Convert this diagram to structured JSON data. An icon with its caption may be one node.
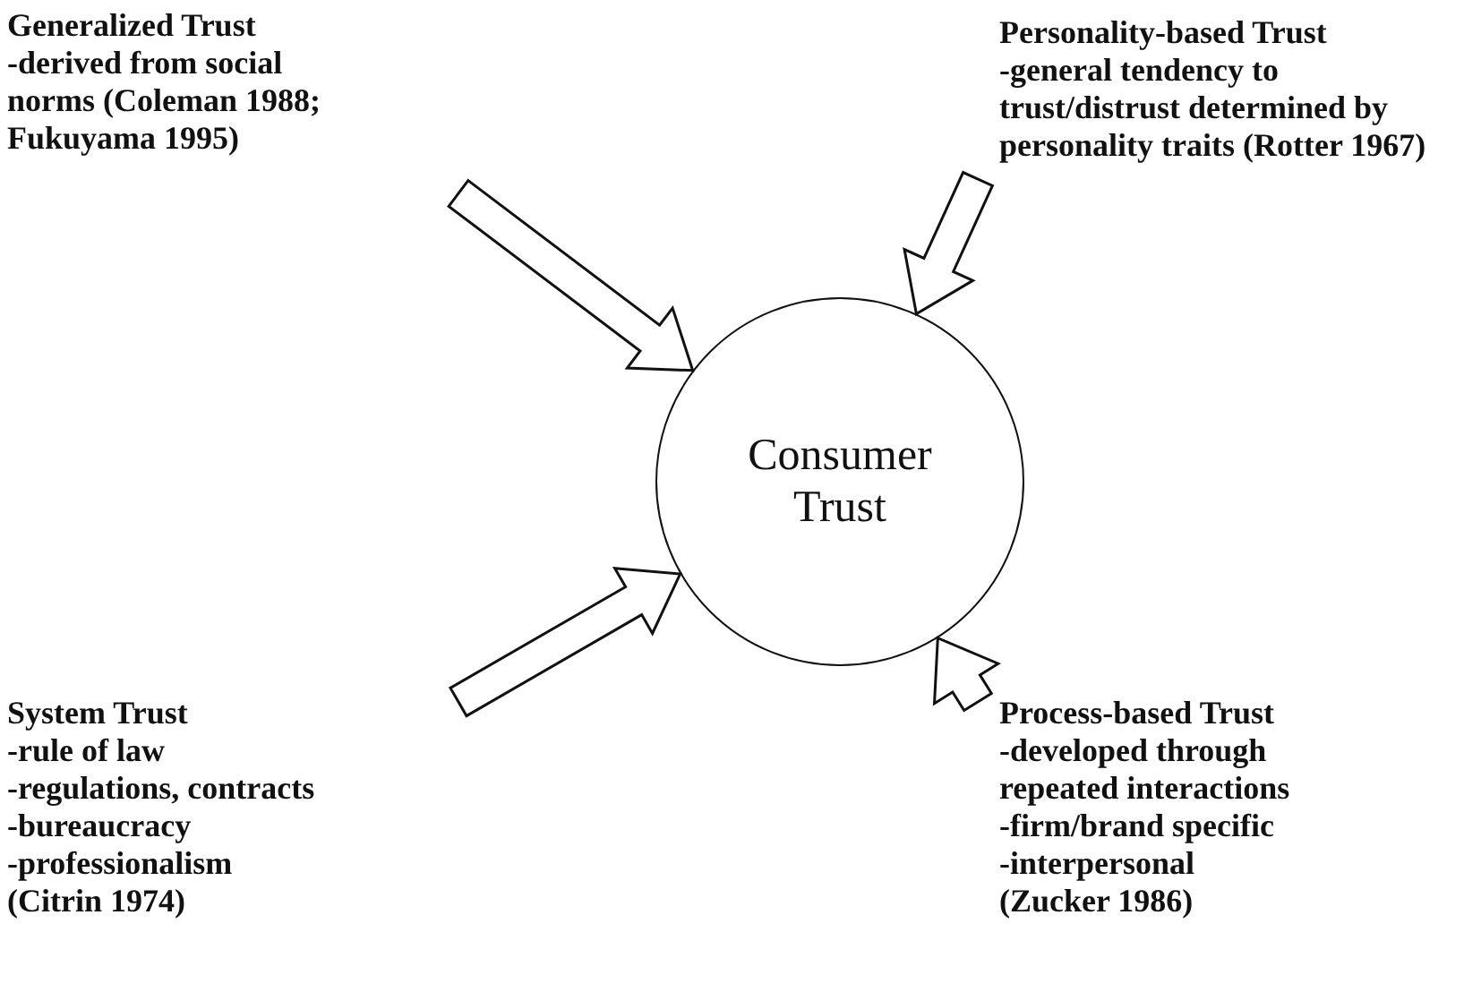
{
  "diagram": {
    "nodes": [
      {
        "text": [
          "Generalized Trust",
          "-derived from social norms (Coleman 1988; Fukuyama 1995)"
        ]
      },
      {
        "text": [
          "Personality-based Trust",
          "-general tendency to trust/distrust determined by personality traits (Rotter 1967)"
        ]
      },
      {
        "text": [
          "Consumer Trust"
        ]
      },
      {
        "text": [
          "System Trust",
          "-rule of law",
          "-regulations, contracts",
          "-bureaucracy",
          "-professionalism",
          "(Citrin 1974)"
        ]
      },
      {
        "text": [
          "Process-based Trust",
          "-developed through repeated interactions",
          "-firm/brand specific",
          "-interpersonal",
          "(Zucker 1986)"
        ]
      }
    ],
    "edges": [
      {
        "from": 0,
        "to": 2,
        "arrow": "to"
      },
      {
        "from": 1,
        "to": 2,
        "arrow": "to"
      },
      {
        "from": 3,
        "to": 2,
        "arrow": "to"
      },
      {
        "from": 4,
        "to": 2,
        "arrow": "to"
      }
    ]
  }
}
